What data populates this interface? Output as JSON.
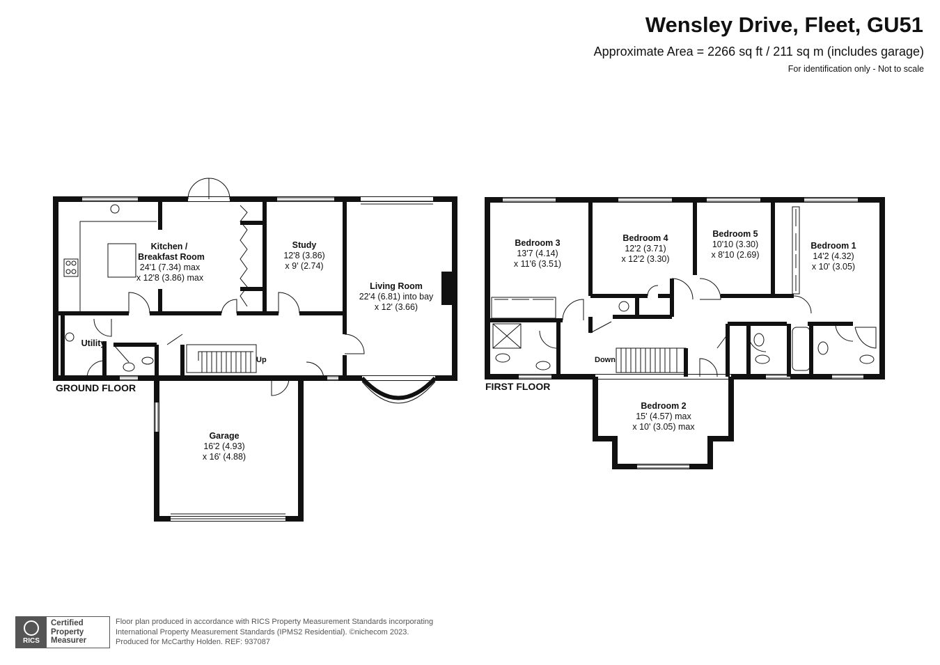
{
  "header": {
    "title": "Wensley Drive, Fleet, GU51",
    "area": "Approximate Area = 2266 sq ft / 211 sq m (includes garage)",
    "ident": "For identification only - Not to scale"
  },
  "ground_floor": {
    "label": "GROUND FLOOR",
    "kitchen": {
      "name_1": "Kitchen /",
      "name_2": "Breakfast Room",
      "dim_1": "24'1 (7.34) max",
      "dim_2": "x 12'8 (3.86) max"
    },
    "study": {
      "name": "Study",
      "dim_1": "12'8 (3.86)",
      "dim_2": "x 9' (2.74)"
    },
    "living": {
      "name": "Living Room",
      "dim_1": "22'4 (6.81) into bay",
      "dim_2": "x 12' (3.66)"
    },
    "utility": {
      "name": "Utility"
    },
    "garage": {
      "name": "Garage",
      "dim_1": "16'2 (4.93)",
      "dim_2": "x 16' (4.88)"
    },
    "stairs_label": "Up"
  },
  "first_floor": {
    "label": "FIRST FLOOR",
    "bed3": {
      "name": "Bedroom 3",
      "dim_1": "13'7 (4.14)",
      "dim_2": "x 11'6 (3.51)"
    },
    "bed4": {
      "name": "Bedroom 4",
      "dim_1": "12'2 (3.71)",
      "dim_2": "x 12'2 (3.30)"
    },
    "bed5": {
      "name": "Bedroom 5",
      "dim_1": "10'10 (3.30)",
      "dim_2": "x 8'10 (2.69)"
    },
    "bed1": {
      "name": "Bedroom 1",
      "dim_1": "14'2 (4.32)",
      "dim_2": "x 10' (3.05)"
    },
    "bed2": {
      "name": "Bedroom 2",
      "dim_1": "15' (4.57) max",
      "dim_2": "x 10' (3.05) max"
    },
    "stairs_label": "Down"
  },
  "footer": {
    "logo_mark": "RICS",
    "logo_line_1": "Certified",
    "logo_line_2": "Property",
    "logo_line_3": "Measurer",
    "line_1": "Floor plan produced in accordance with RICS Property Measurement Standards incorporating",
    "line_2": "International Property Measurement Standards (IPMS2 Residential).  ©nichecom 2023.",
    "line_3": "Produced for McCarthy Holden.   REF:  937087"
  }
}
